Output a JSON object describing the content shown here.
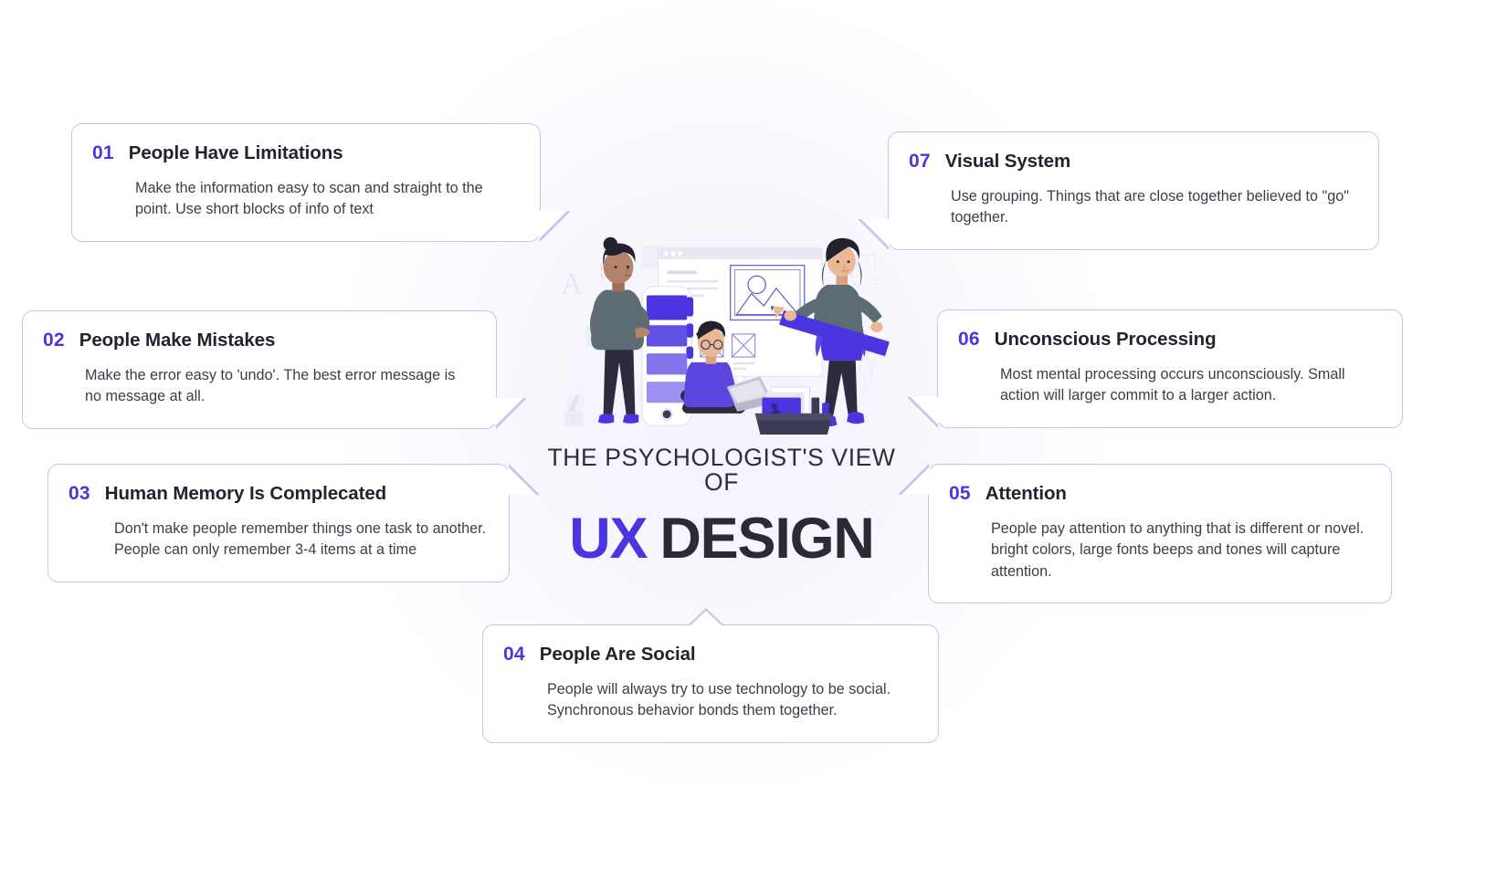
{
  "theme": {
    "accent": "#4a35e0",
    "card_border": "#c9c4ee",
    "title_dark": "#2b2b36",
    "body_text": "#3d3d48",
    "background": "#ffffff",
    "center_tint": "#f6f4fc"
  },
  "center": {
    "subtitle": "THE PSYCHOLOGIST'S VIEW OF",
    "title_accent": "UX",
    "title_rest": "DESIGN",
    "illustration_name": "ux-design-team-illustration"
  },
  "cards": [
    {
      "number": "01",
      "title": "People Have Limitations",
      "body": "Make the information easy to scan and straight to the point. Use short blocks of info of text"
    },
    {
      "number": "02",
      "title": "People Make Mistakes",
      "body": "Make the error easy to 'undo'. The best error message is no message at all."
    },
    {
      "number": "03",
      "title": "Human Memory Is Complecated",
      "body": "Don't make people remember things one task to another. People can only remember 3-4 items at a time"
    },
    {
      "number": "04",
      "title": "People Are Social",
      "body": "People will always try to use technology to be social. Synchronous behavior bonds them together."
    },
    {
      "number": "05",
      "title": "Attention",
      "body": "People pay attention to anything that is different or novel. bright colors, large fonts beeps and tones will capture attention."
    },
    {
      "number": "06",
      "title": "Unconscious Processing",
      "body": "Most mental processing occurs unconsciously. Small action will larger commit to a larger action."
    },
    {
      "number": "07",
      "title": "Visual System",
      "body": "Use grouping. Things that are close together believed to \"go\" together."
    }
  ]
}
